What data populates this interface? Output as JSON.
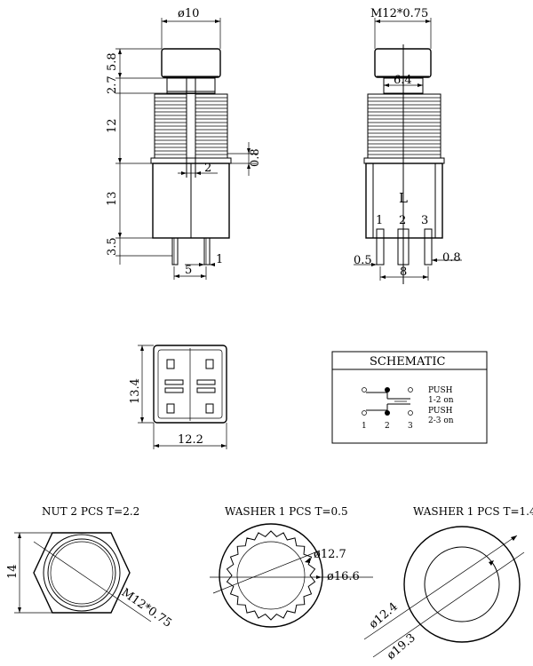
{
  "front_view": {
    "dia_label": "ø10",
    "cap_h": "5.8",
    "collar_h": "2.7",
    "thread_h": "12",
    "body_h": "13",
    "pin_h": "3.5",
    "pin_w": "1",
    "pin_pitch": "5",
    "slot_w": "2",
    "gap": "0.8"
  },
  "side_view": {
    "thread_label": "M12*0.75",
    "stem_w": "6.4",
    "letter": "L",
    "pin1": "1",
    "pin2": "2",
    "pin3": "3",
    "pin_thk": "0.5",
    "pin_pitch": "8",
    "pin_w": "0.8"
  },
  "bottom_view": {
    "height": "13.4",
    "width": "12.2"
  },
  "schematic": {
    "title": "SCHEMATIC",
    "push1": "PUSH",
    "state1": "1-2 on",
    "push2": "PUSH",
    "state2": "2-3 on",
    "t1": "1",
    "t2": "2",
    "t3": "3"
  },
  "nut": {
    "title": "NUT 2 PCS T=2.2",
    "height": "14",
    "thread": "M12*0.75"
  },
  "washer1": {
    "title": "WASHER 1 PCS T=0.5",
    "inner": "ø12.7",
    "outer": "ø16.6"
  },
  "washer2": {
    "title": "WASHER 1 PCS T=1.4",
    "inner": "ø12.4",
    "outer": "ø19.3"
  }
}
